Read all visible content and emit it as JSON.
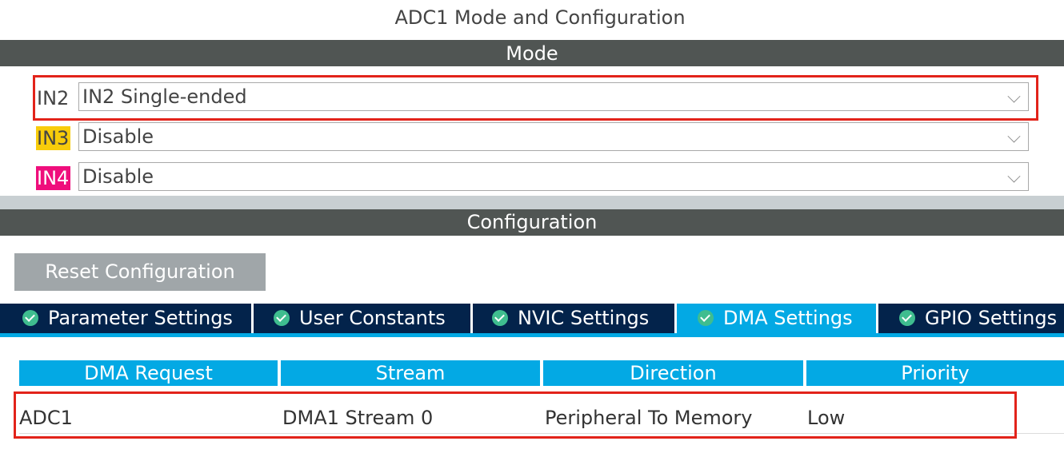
{
  "window_title": "ADC1 Mode and Configuration",
  "mode_section": {
    "title": "Mode",
    "rows": [
      {
        "label": "IN2",
        "value": "IN2 Single-ended",
        "label_color": ""
      },
      {
        "label": "IN3",
        "value": "Disable",
        "label_color": "#f8cc0b"
      },
      {
        "label": "IN4",
        "value": "Disable",
        "label_color": "#ef0e7c"
      }
    ]
  },
  "config_section": {
    "title": "Configuration",
    "reset_label": "Reset Configuration"
  },
  "tabs": [
    {
      "label": "Parameter Settings",
      "active": false
    },
    {
      "label": "User Constants",
      "active": false
    },
    {
      "label": "NVIC Settings",
      "active": false
    },
    {
      "label": "DMA Settings",
      "active": true
    },
    {
      "label": "GPIO Settings",
      "active": false
    }
  ],
  "dma_table": {
    "columns": [
      "DMA Request",
      "Stream",
      "Direction",
      "Priority"
    ],
    "rows": [
      [
        "ADC1",
        "DMA1 Stream 0",
        "Peripheral To Memory",
        "Low"
      ]
    ]
  },
  "colors": {
    "section_bar": "#505553",
    "tab_inactive": "#03234b",
    "tab_active": "#03a9e4",
    "table_header": "#03a9e4",
    "highlight_box": "#e2231a",
    "check_icon": "#3fbd8f"
  }
}
